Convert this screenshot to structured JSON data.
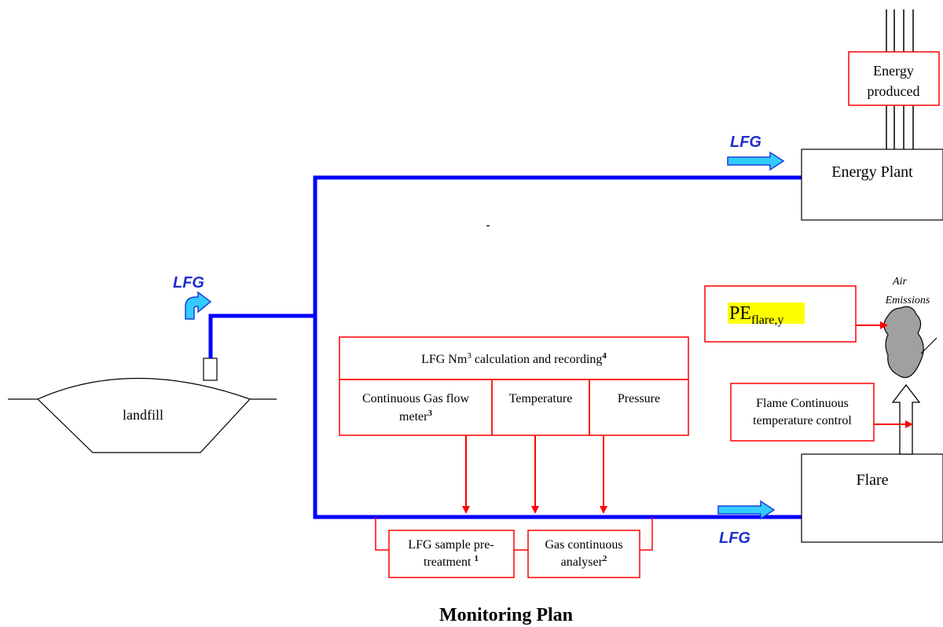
{
  "colors": {
    "pipe": "#0000ff",
    "monitor": "#ff0000",
    "flow_arrow_fill": "#33ccff",
    "flow_arrow_stroke": "#1a3fd6",
    "lfg_text": "#1f2fcf",
    "highlight": "#ffff00",
    "emission_cloud": "#a0a0a0"
  },
  "labels": {
    "lfg": "LFG",
    "landfill": "landfill",
    "energy_produced_line1": "Energy",
    "energy_produced_line2": "produced",
    "energy_plant": "Energy Plant",
    "flare": "Flare",
    "dash": "-",
    "air_line1": "Air",
    "air_line2": "Emissions",
    "pe_main": "PE",
    "pe_sub": "flare,y",
    "flame_line1": "Flame Continuous",
    "flame_line2": "temperature control",
    "calc_text": "LFG Nm",
    "calc_sup": "3",
    "calc_text2": " calculation and recording",
    "calc_note": "4",
    "flow_line1": "Continuous Gas flow",
    "flow_line2": "meter",
    "flow_note": "3",
    "temperature": "Temperature",
    "pressure": "Pressure",
    "sample_line1": "LFG sample pre-",
    "sample_line2": "treatment ",
    "sample_note": "1",
    "analyser_line1": "Gas continuous",
    "analyser_line2": "analyser",
    "analyser_note": "2",
    "caption": "Monitoring Plan"
  }
}
